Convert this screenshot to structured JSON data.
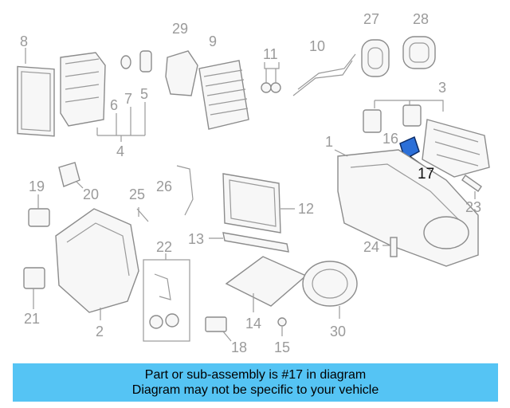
{
  "diagram": {
    "labels": [
      "1",
      "2",
      "3",
      "4",
      "5",
      "6",
      "7",
      "8",
      "9",
      "10",
      "11",
      "12",
      "13",
      "14",
      "15",
      "16",
      "17",
      "18",
      "19",
      "20",
      "21",
      "22",
      "23",
      "24",
      "25",
      "26",
      "27",
      "28",
      "29",
      "30"
    ],
    "highlighted": "17"
  },
  "banner": {
    "line1": "Part or sub-assembly is #17 in diagram",
    "line2": "Diagram may not be specific to your vehicle",
    "color": "#55c4f4"
  }
}
